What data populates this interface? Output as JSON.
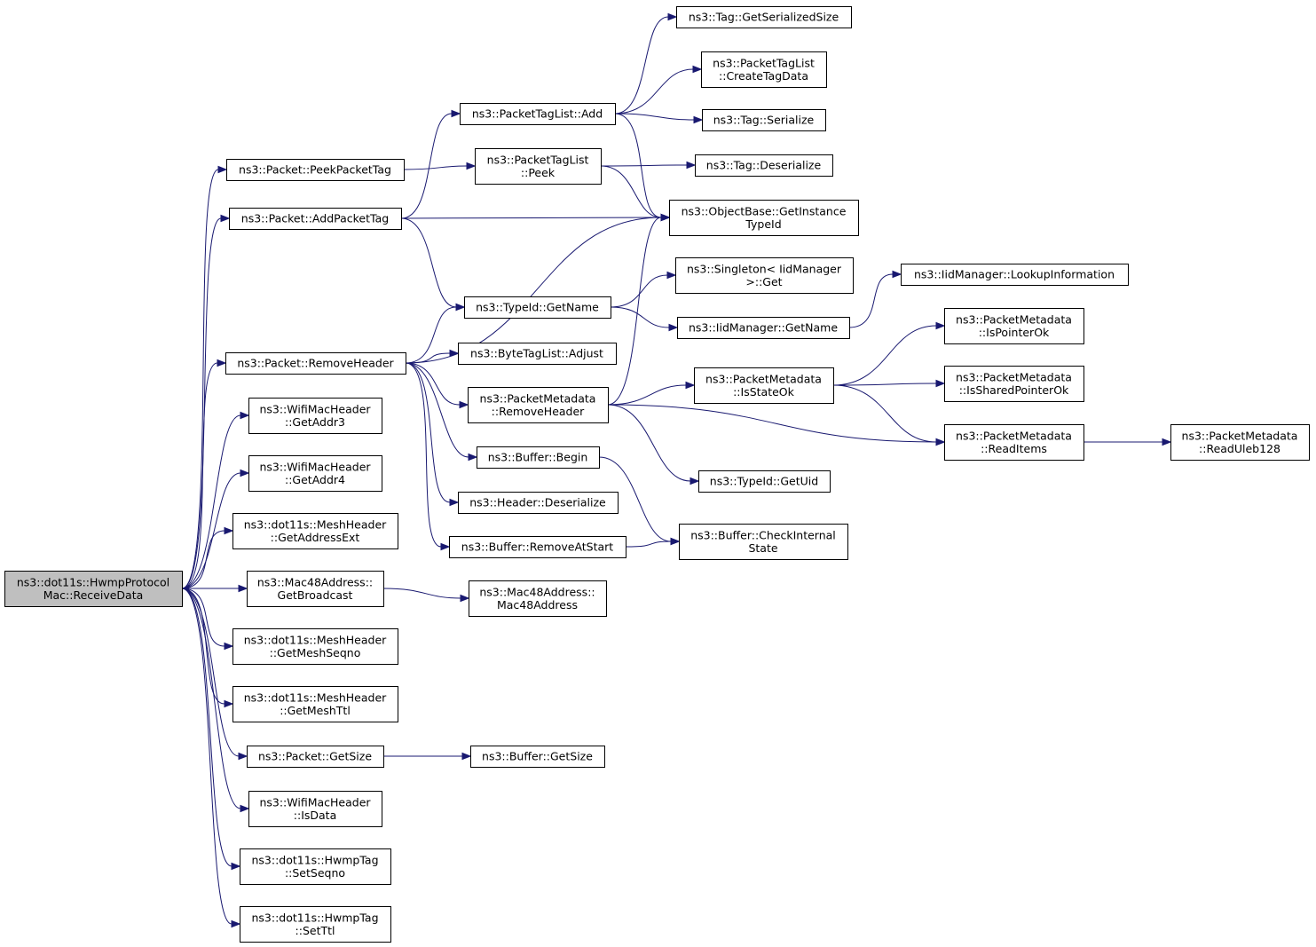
{
  "graph": {
    "colors": {
      "edge": "#191970",
      "root_fill": "#bfbfbf",
      "node_fill": "#ffffff",
      "border": "#000000"
    },
    "nodes": [
      {
        "id": "root",
        "lines": [
          "ns3::dot11s::HwmpProtocol",
          "Mac::ReceiveData"
        ],
        "root": true
      },
      {
        "id": "peek_packet_tag",
        "lines": [
          "ns3::Packet::PeekPacketTag"
        ]
      },
      {
        "id": "add_packet_tag",
        "lines": [
          "ns3::Packet::AddPacketTag"
        ]
      },
      {
        "id": "remove_header",
        "lines": [
          "ns3::Packet::RemoveHeader"
        ]
      },
      {
        "id": "get_addr3",
        "lines": [
          "ns3::WifiMacHeader",
          "::GetAddr3"
        ]
      },
      {
        "id": "get_addr4",
        "lines": [
          "ns3::WifiMacHeader",
          "::GetAddr4"
        ]
      },
      {
        "id": "get_address_ext",
        "lines": [
          "ns3::dot11s::MeshHeader",
          "::GetAddressExt"
        ]
      },
      {
        "id": "get_broadcast",
        "lines": [
          "ns3::Mac48Address::",
          "GetBroadcast"
        ]
      },
      {
        "id": "get_mesh_seqno",
        "lines": [
          "ns3::dot11s::MeshHeader",
          "::GetMeshSeqno"
        ]
      },
      {
        "id": "get_mesh_ttl",
        "lines": [
          "ns3::dot11s::MeshHeader",
          "::GetMeshTtl"
        ]
      },
      {
        "id": "packet_get_size",
        "lines": [
          "ns3::Packet::GetSize"
        ]
      },
      {
        "id": "is_data",
        "lines": [
          "ns3::WifiMacHeader",
          "::IsData"
        ]
      },
      {
        "id": "set_seqno",
        "lines": [
          "ns3::dot11s::HwmpTag",
          "::SetSeqno"
        ]
      },
      {
        "id": "set_ttl",
        "lines": [
          "ns3::dot11s::HwmpTag",
          "::SetTtl"
        ]
      },
      {
        "id": "tag_list_add",
        "lines": [
          "ns3::PacketTagList::Add"
        ]
      },
      {
        "id": "tag_list_peek",
        "lines": [
          "ns3::PacketTagList",
          "::Peek"
        ]
      },
      {
        "id": "typeid_get_name",
        "lines": [
          "ns3::TypeId::GetName"
        ]
      },
      {
        "id": "byte_tag_adjust",
        "lines": [
          "ns3::ByteTagList::Adjust"
        ]
      },
      {
        "id": "metadata_remove_header",
        "lines": [
          "ns3::PacketMetadata",
          "::RemoveHeader"
        ]
      },
      {
        "id": "buffer_begin",
        "lines": [
          "ns3::Buffer::Begin"
        ]
      },
      {
        "id": "header_deserialize",
        "lines": [
          "ns3::Header::Deserialize"
        ]
      },
      {
        "id": "buffer_remove_at_start",
        "lines": [
          "ns3::Buffer::RemoveAtStart"
        ]
      },
      {
        "id": "mac48_ctor",
        "lines": [
          "ns3::Mac48Address::",
          "Mac48Address"
        ]
      },
      {
        "id": "buffer_get_size",
        "lines": [
          "ns3::Buffer::GetSize"
        ]
      },
      {
        "id": "tag_get_serialized_size",
        "lines": [
          "ns3::Tag::GetSerializedSize"
        ]
      },
      {
        "id": "create_tag_data",
        "lines": [
          "ns3::PacketTagList",
          "::CreateTagData"
        ]
      },
      {
        "id": "tag_serialize",
        "lines": [
          "ns3::Tag::Serialize"
        ]
      },
      {
        "id": "tag_deserialize",
        "lines": [
          "ns3::Tag::Deserialize"
        ]
      },
      {
        "id": "get_instance_typeid",
        "lines": [
          "ns3::ObjectBase::GetInstance",
          "TypeId"
        ]
      },
      {
        "id": "singleton_get",
        "lines": [
          "ns3::Singleton< IidManager",
          ">::Get"
        ]
      },
      {
        "id": "iid_get_name",
        "lines": [
          "ns3::IidManager::GetName"
        ]
      },
      {
        "id": "is_state_ok",
        "lines": [
          "ns3::PacketMetadata",
          "::IsStateOk"
        ]
      },
      {
        "id": "typeid_get_uid",
        "lines": [
          "ns3::TypeId::GetUid"
        ]
      },
      {
        "id": "check_internal_state",
        "lines": [
          "ns3::Buffer::CheckInternal",
          "State"
        ]
      },
      {
        "id": "lookup_information",
        "lines": [
          "ns3::IidManager::LookupInformation"
        ]
      },
      {
        "id": "is_pointer_ok",
        "lines": [
          "ns3::PacketMetadata",
          "::IsPointerOk"
        ]
      },
      {
        "id": "is_shared_pointer_ok",
        "lines": [
          "ns3::PacketMetadata",
          "::IsSharedPointerOk"
        ]
      },
      {
        "id": "read_items",
        "lines": [
          "ns3::PacketMetadata",
          "::ReadItems"
        ]
      },
      {
        "id": "read_uleb128",
        "lines": [
          "ns3::PacketMetadata",
          "::ReadUleb128"
        ]
      }
    ],
    "edges": [
      [
        "root",
        "peek_packet_tag"
      ],
      [
        "root",
        "add_packet_tag"
      ],
      [
        "root",
        "remove_header"
      ],
      [
        "root",
        "get_addr3"
      ],
      [
        "root",
        "get_addr4"
      ],
      [
        "root",
        "get_address_ext"
      ],
      [
        "root",
        "get_broadcast"
      ],
      [
        "root",
        "get_mesh_seqno"
      ],
      [
        "root",
        "get_mesh_ttl"
      ],
      [
        "root",
        "packet_get_size"
      ],
      [
        "root",
        "is_data"
      ],
      [
        "root",
        "set_seqno"
      ],
      [
        "root",
        "set_ttl"
      ],
      [
        "peek_packet_tag",
        "tag_list_peek"
      ],
      [
        "add_packet_tag",
        "tag_list_add"
      ],
      [
        "add_packet_tag",
        "get_instance_typeid"
      ],
      [
        "add_packet_tag",
        "typeid_get_name"
      ],
      [
        "remove_header",
        "get_instance_typeid"
      ],
      [
        "remove_header",
        "typeid_get_name"
      ],
      [
        "remove_header",
        "byte_tag_adjust"
      ],
      [
        "remove_header",
        "metadata_remove_header"
      ],
      [
        "remove_header",
        "buffer_begin"
      ],
      [
        "remove_header",
        "header_deserialize"
      ],
      [
        "remove_header",
        "buffer_remove_at_start"
      ],
      [
        "get_broadcast",
        "mac48_ctor"
      ],
      [
        "packet_get_size",
        "buffer_get_size"
      ],
      [
        "tag_list_add",
        "tag_get_serialized_size"
      ],
      [
        "tag_list_add",
        "create_tag_data"
      ],
      [
        "tag_list_add",
        "tag_serialize"
      ],
      [
        "tag_list_add",
        "get_instance_typeid"
      ],
      [
        "tag_list_peek",
        "tag_deserialize"
      ],
      [
        "tag_list_peek",
        "get_instance_typeid"
      ],
      [
        "typeid_get_name",
        "singleton_get"
      ],
      [
        "typeid_get_name",
        "iid_get_name"
      ],
      [
        "metadata_remove_header",
        "get_instance_typeid"
      ],
      [
        "metadata_remove_header",
        "is_state_ok"
      ],
      [
        "metadata_remove_header",
        "read_items"
      ],
      [
        "metadata_remove_header",
        "typeid_get_uid"
      ],
      [
        "buffer_begin",
        "check_internal_state"
      ],
      [
        "buffer_remove_at_start",
        "check_internal_state"
      ],
      [
        "iid_get_name",
        "lookup_information"
      ],
      [
        "is_state_ok",
        "is_pointer_ok"
      ],
      [
        "is_state_ok",
        "is_shared_pointer_ok"
      ],
      [
        "is_state_ok",
        "read_items"
      ],
      [
        "read_items",
        "read_uleb128"
      ]
    ]
  }
}
